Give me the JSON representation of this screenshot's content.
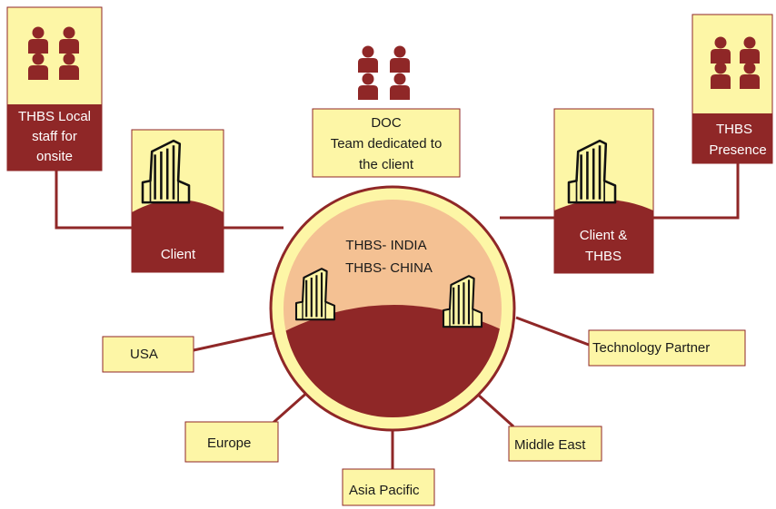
{
  "colors": {
    "box_fill": "#fdf6a6",
    "box_stroke": "#8f2727",
    "maroon": "#8f2727",
    "peach": "#f4c193",
    "line": "#8f2727"
  },
  "center": {
    "line1": "THBS- INDIA",
    "line2": "THBS- CHINA",
    "building_icon": "office-building-icon"
  },
  "doc_box": {
    "lines": [
      "DOC",
      "Team dedicated to",
      "the client"
    ],
    "icon": "team-people-icon"
  },
  "local_staff_box": {
    "lines": [
      "THBS Local",
      "staff for",
      "onsite"
    ],
    "icon": "team-people-icon"
  },
  "presence_box": {
    "lines": [
      "THBS",
      "Presence"
    ],
    "icon": "team-people-icon"
  },
  "client_box": {
    "label": "Client",
    "icon": "office-building-icon"
  },
  "client_thbs_box": {
    "lines": [
      "Client &",
      "THBS"
    ],
    "icon": "office-building-icon"
  },
  "regions": {
    "usa": "USA",
    "europe": "Europe",
    "asia_pacific": "Asia Pacific",
    "middle_east": "Middle East",
    "technology_partner": "Technology Partner"
  }
}
